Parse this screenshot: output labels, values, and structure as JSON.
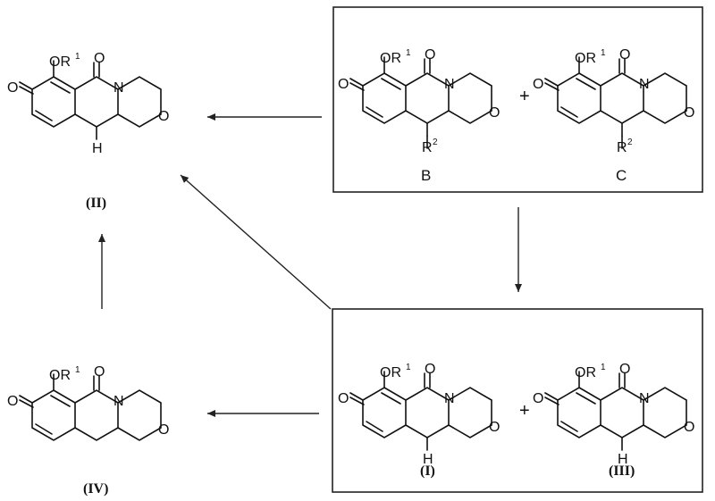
{
  "atom_labels": {
    "oxygen": "O",
    "nitrogen": "N",
    "nh": "H",
    "or_group": "OR",
    "r1_sup": "1",
    "r2_group": "R",
    "r2_sup": "2"
  },
  "compounds": {
    "II": "(II)",
    "IV": "(IV)",
    "B": "B",
    "C": "C",
    "I": "(I)",
    "III": "(III)"
  },
  "plus_sign": "+"
}
